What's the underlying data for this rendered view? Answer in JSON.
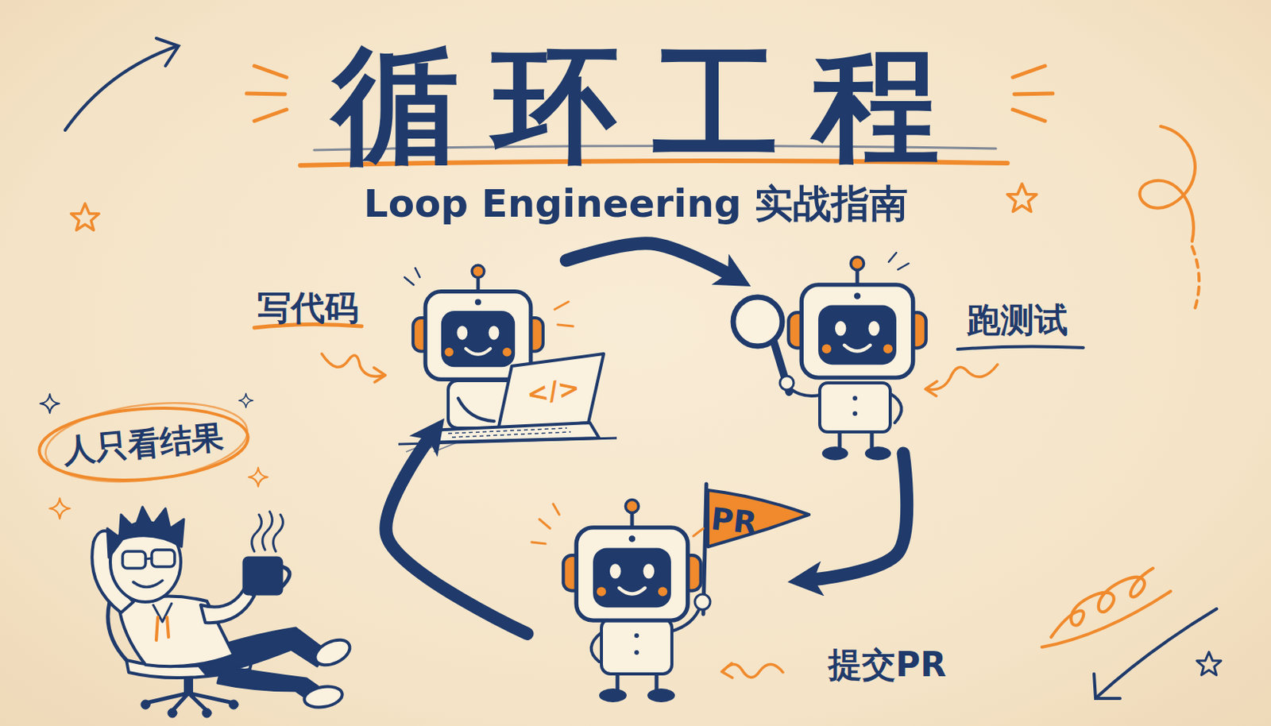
{
  "diagram": {
    "title": "循环工程",
    "nodes": [
      {
        "text": [
          "写代码"
        ]
      },
      {
        "text": [
          "跑测试"
        ]
      },
      {
        "text": [
          "人只看结果"
        ]
      },
      {
        "text": [
          "提交PR"
        ]
      }
    ],
    "edges": [
      {
        "from": 0,
        "to": 1,
        "arrow": "to"
      },
      {
        "from": 1,
        "to": 3,
        "arrow": "to"
      },
      {
        "from": 3,
        "to": 0,
        "arrow": "to"
      }
    ],
    "labels": [
      "Loop Engineering 实战指南",
      "</>",
      "PR"
    ]
  }
}
